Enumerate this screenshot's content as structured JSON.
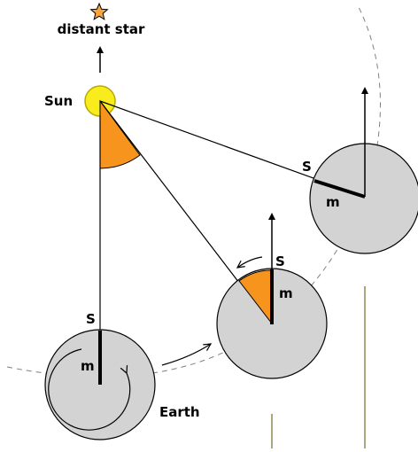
{
  "labels": {
    "distant_star": "distant star",
    "sun": "Sun",
    "earth": "Earth",
    "solar_day_marker_1": "S",
    "solar_day_marker_2": "S",
    "solar_day_marker_3": "S",
    "sidereal_marker_1": "m",
    "sidereal_marker_2": "m",
    "sidereal_marker_3": "m"
  },
  "colors": {
    "background": "#ffffff",
    "star_fill": "#f7a43c",
    "sun_fill": "#f8ec1d",
    "sun_stroke": "#b8a900",
    "earth_fill": "#d3d3d3",
    "angle_fill": "#f7941d",
    "line": "#000000",
    "orbit": "#808080",
    "post_line": "#a8a87a"
  },
  "icons": [
    "star-icon",
    "sun-icon",
    "earth-icon"
  ]
}
